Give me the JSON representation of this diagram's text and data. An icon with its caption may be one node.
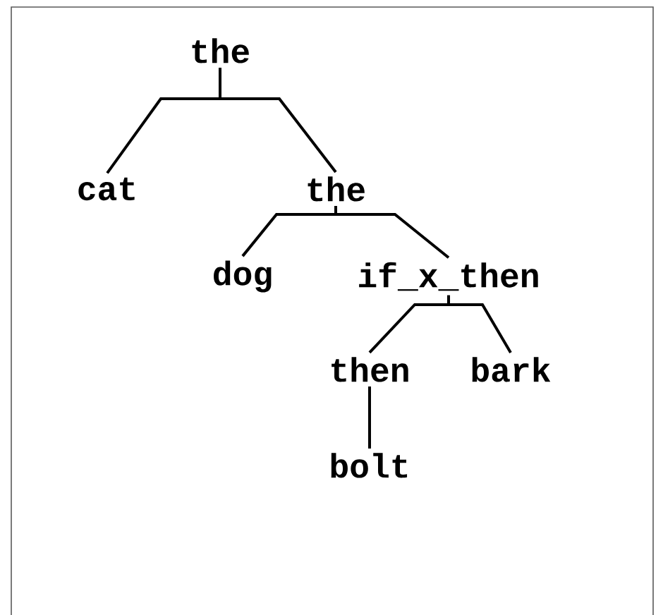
{
  "diagram": {
    "nodes": [
      {
        "text": [
          "the"
        ]
      },
      {
        "text": [
          "cat"
        ]
      },
      {
        "text": [
          "the"
        ]
      },
      {
        "text": [
          "dog"
        ]
      },
      {
        "text": [
          "if_x_then"
        ]
      },
      {
        "text": [
          "then"
        ]
      },
      {
        "text": [
          "bark"
        ]
      },
      {
        "text": [
          "bolt"
        ]
      }
    ],
    "edges": [
      {
        "from": 0,
        "to": 1,
        "arrow": "none"
      },
      {
        "from": 0,
        "to": 2,
        "arrow": "none"
      },
      {
        "from": 2,
        "to": 3,
        "arrow": "none"
      },
      {
        "from": 2,
        "to": 4,
        "arrow": "none"
      },
      {
        "from": 4,
        "to": 5,
        "arrow": "none"
      },
      {
        "from": 4,
        "to": 6,
        "arrow": "none"
      },
      {
        "from": 5,
        "to": 7,
        "arrow": "none"
      }
    ]
  }
}
